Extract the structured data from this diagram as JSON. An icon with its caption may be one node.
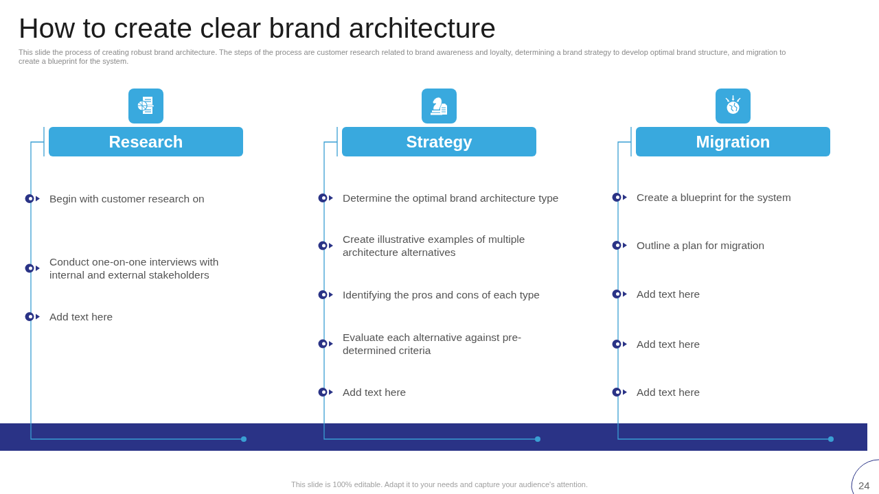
{
  "diagram": {
    "title": "How to create clear brand architecture",
    "caption": "This slide the process of creating robust brand architecture. The steps of the process are customer research related to brand awareness and loyalty, determining a brand strategy to develop optimal brand structure, and migration to create a blueprint for the system.",
    "nodes": [
      {
        "text": [
          "Research"
        ]
      },
      {
        "text": [
          "Strategy"
        ]
      },
      {
        "text": [
          "Migration"
        ]
      }
    ],
    "labels": [
      "Begin with customer research on",
      "Conduct one-on-one interviews with internal and external stakeholders",
      "Add text here",
      "Determine the optimal brand architecture type",
      "Create illustrative examples of multiple architecture alternatives",
      "Identifying the pros and cons of each type",
      "Evaluate each alternative against pre-determined criteria",
      "Add text here",
      "Create a blueprint for the system",
      "Outline a plan for migration",
      "Add text here",
      "Add text here",
      "Add text here",
      "This slide is 100% editable. Adapt it to your needs and capture your audience's attention.",
      "24"
    ]
  }
}
